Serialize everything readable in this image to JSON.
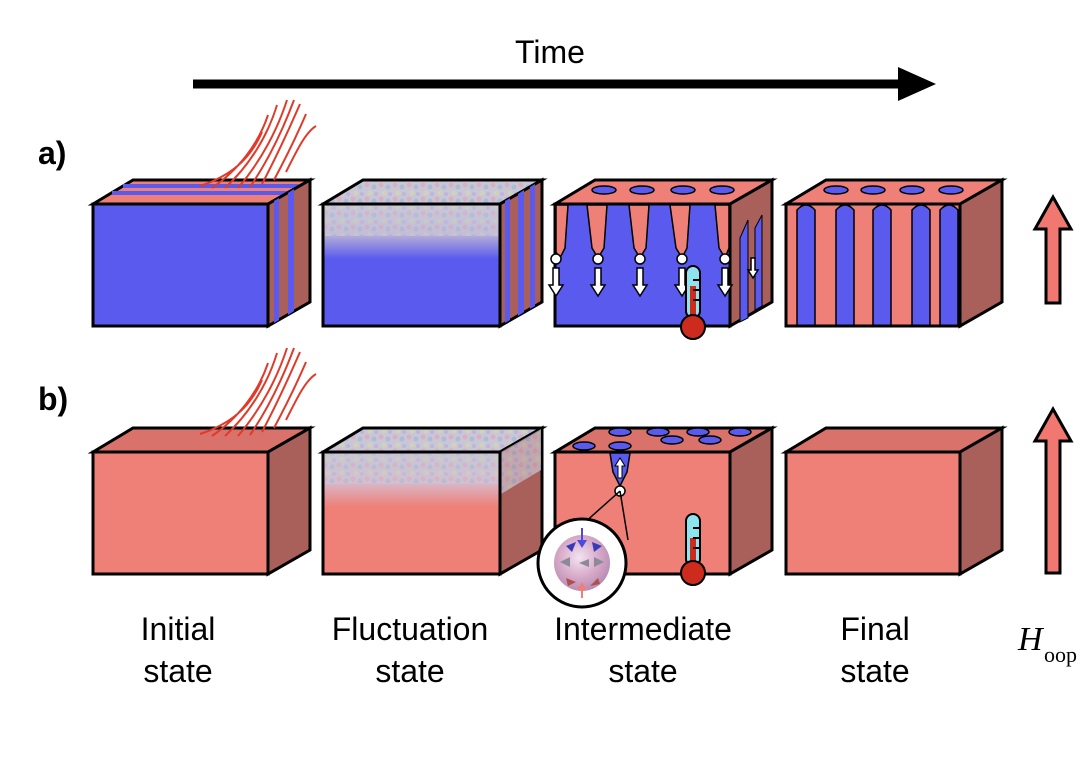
{
  "time_label": "Time",
  "rows": [
    {
      "label": "a)"
    },
    {
      "label": "b)"
    }
  ],
  "stages": [
    {
      "line1": "Initial",
      "line2": "state"
    },
    {
      "line1": "Fluctuation",
      "line2": "state"
    },
    {
      "line1": "Intermediate",
      "line2": "state"
    },
    {
      "line1": "Final",
      "line2": "state"
    }
  ],
  "field": {
    "symbol": "H",
    "subscript": "oop"
  },
  "colors": {
    "blue": "#5a5aee",
    "red": "#ef8078",
    "red_side": "#a9605a",
    "red_top": "#d9726a",
    "outline": "#000000",
    "arrow_fill": "#f07870",
    "thermo_bulb": "#cc2b1e",
    "thermo_tube": "#8fe3ef"
  }
}
